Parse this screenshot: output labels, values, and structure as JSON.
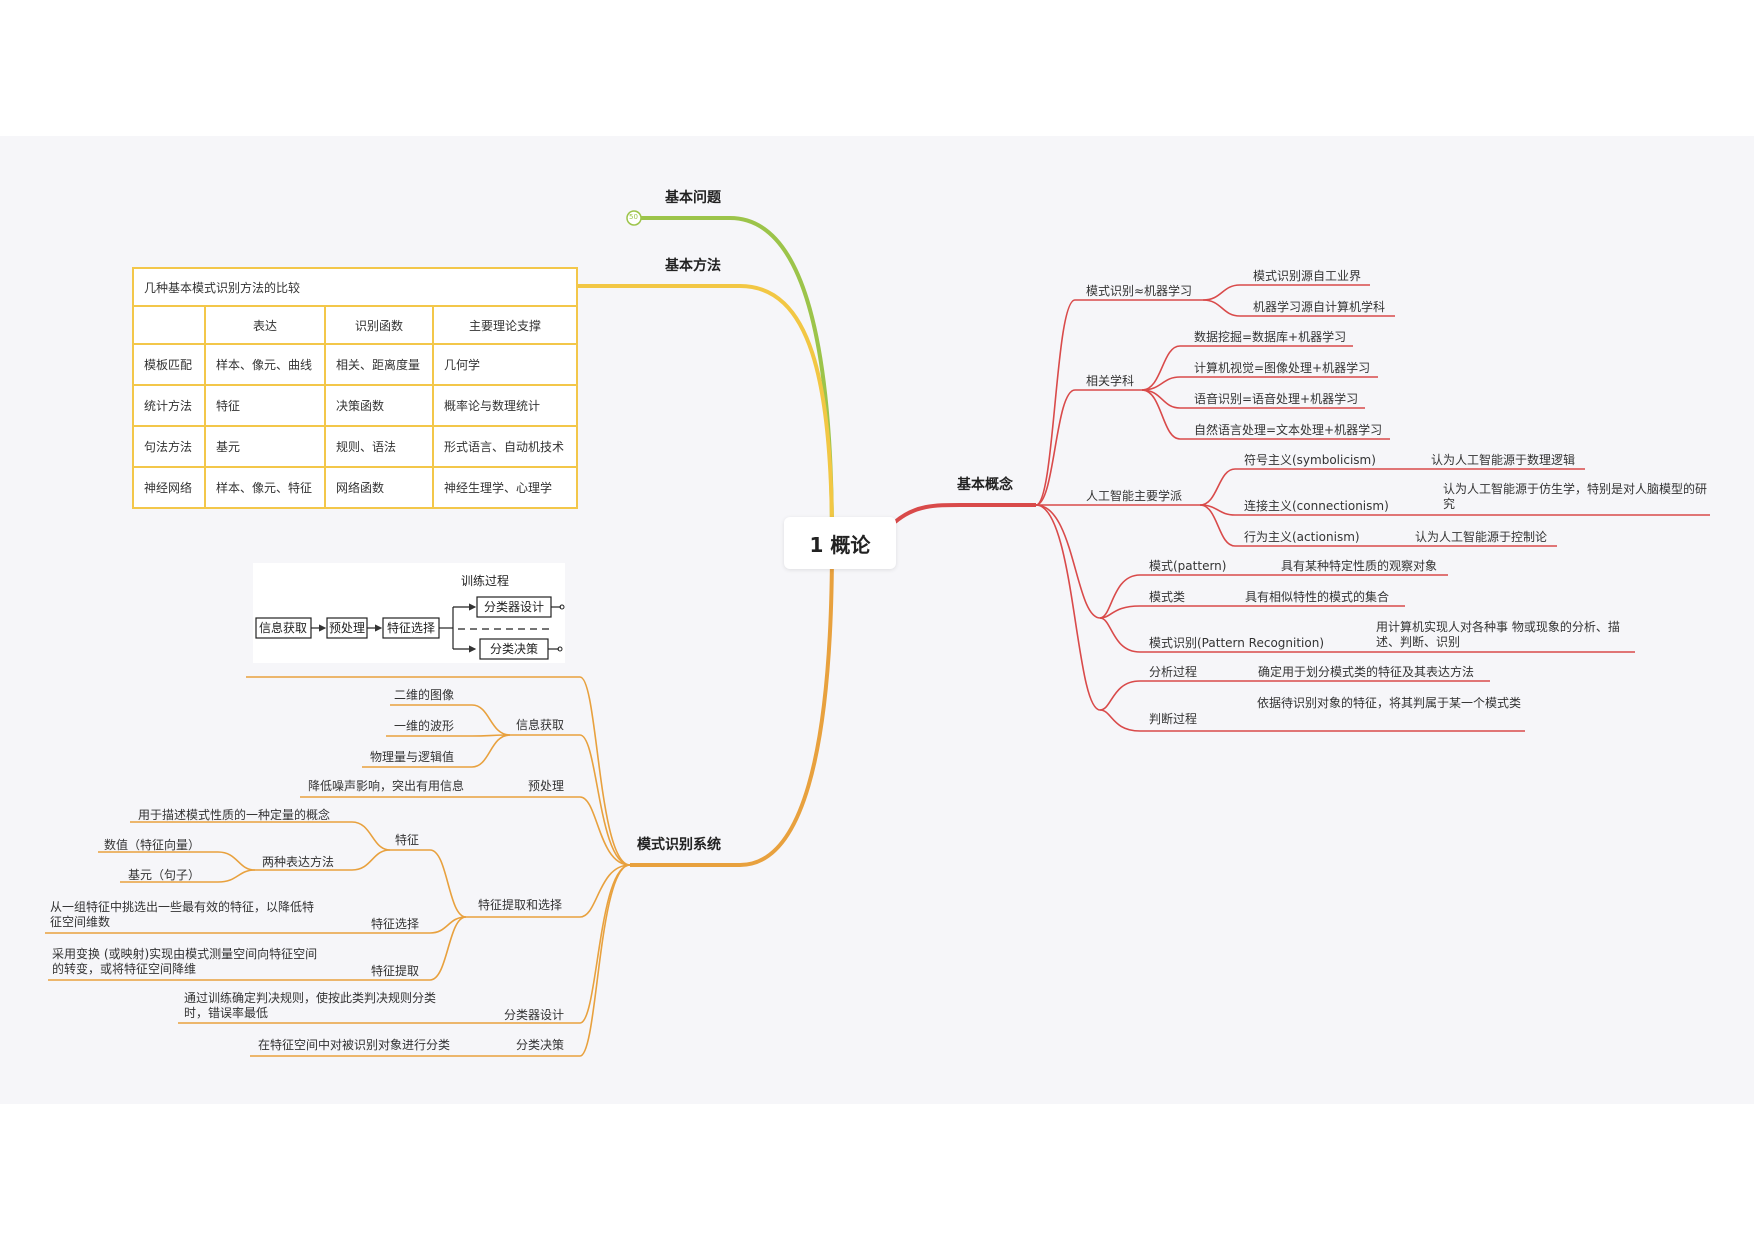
{
  "root": "1 概论",
  "branches": {
    "problem": {
      "label": "基本问题",
      "badge": "50"
    },
    "method": {
      "label": "基本方法",
      "table": {
        "title": "几种基本模式识别方法的比较",
        "headers": [
          "",
          "表达",
          "识别函数",
          "主要理论支撑"
        ],
        "rows": [
          [
            "模板匹配",
            "样本、像元、曲线",
            "相关、距离度量",
            "几何学"
          ],
          [
            "统计方法",
            "特征",
            "决策函数",
            "概率论与数理统计"
          ],
          [
            "句法方法",
            "基元",
            "规则、语法",
            "形式语言、自动机技术"
          ],
          [
            "神经网络",
            "样本、像元、特征",
            "网络函数",
            "神经生理学、心理学"
          ]
        ]
      }
    },
    "concept": {
      "label": "基本概念",
      "pr_ml": {
        "label": "模式识别≈机器学习",
        "items": [
          "模式识别源自工业界",
          "机器学习源自计算机学科"
        ]
      },
      "related": {
        "label": "相关学科",
        "items": [
          "数据挖掘=数据库+机器学习",
          "计算机视觉=图像处理+机器学习",
          "语音识别=语音处理+机器学习",
          "自然语言处理=文本处理+机器学习"
        ]
      },
      "ai": {
        "label": "人工智能主要学派",
        "schools": [
          {
            "name": "符号主义(symbolicism)",
            "desc": "认为人工智能源于数理逻辑"
          },
          {
            "name": "连接主义(connectionism)",
            "desc": "认为人工智能源于仿生学，特别是对人脑模型的研究"
          },
          {
            "name": "行为主义(actionism)",
            "desc": "认为人工智能源于控制论"
          }
        ]
      },
      "defs": [
        {
          "name": "模式(pattern)",
          "desc": "具有某种特定性质的观察对象"
        },
        {
          "name": "模式类",
          "desc": "具有相似特性的模式的集合"
        },
        {
          "name": "模式识别(Pattern Recognition)",
          "desc": "用计算机实现人对各种事 物或现象的分析、描述、判断、识别"
        }
      ],
      "process": [
        {
          "name": "分析过程",
          "desc": "确定用于划分模式类的特征及其表达方法"
        },
        {
          "name": "判断过程",
          "desc": "依据待识别对象的特征，将其判属于某一个模式类"
        }
      ]
    },
    "system": {
      "label": "模式识别系统",
      "figure": {
        "title": "训练过程",
        "boxes": [
          "信息获取",
          "预处理",
          "特征选择",
          "分类器设计",
          "分类决策"
        ]
      },
      "acquire": {
        "label": "信息获取",
        "items": [
          "二维的图像",
          "一维的波形",
          "物理量与逻辑值"
        ]
      },
      "pre": {
        "label": "预处理",
        "desc": "降低噪声影响，突出有用信息"
      },
      "feature": {
        "label": "特征提取和选择",
        "feat": {
          "label": "特征",
          "desc": "用于描述模式性质的一种定量的概念",
          "expr_label": "两种表达方法",
          "expr": [
            "数值（特征向量）",
            "基元（句子）"
          ]
        },
        "select": {
          "label": "特征选择",
          "desc": "从一组特征中挑选出一些最有效的特征，以降低特征空间维数"
        },
        "extract": {
          "label": "特征提取",
          "desc": "采用变换 (或映射)实现由模式测量空间向特征空间的转变，或将特征空间降维"
        }
      },
      "design": {
        "label": "分类器设计",
        "desc": "通过训练确定判决规则，使按此类判决规则分类时，错误率最低"
      },
      "decide": {
        "label": "分类决策",
        "desc": "在特征空间中对被识别对象进行分类"
      }
    }
  },
  "colors": {
    "problem": "#9cc44a",
    "method": "#f2c744",
    "concept": "#d94a4a",
    "system": "#e8a13e",
    "background": "#f6f6f9"
  }
}
